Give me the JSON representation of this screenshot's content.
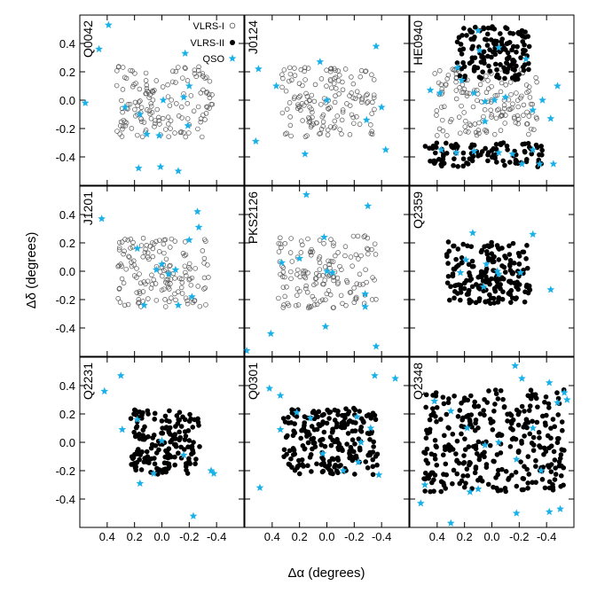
{
  "chart_data": {
    "type": "scatter",
    "layout": "3x3 grid of panels",
    "xlabel": "Δα (degrees)",
    "ylabel": "Δδ (degrees)",
    "x_ticks": [
      0.4,
      0.2,
      0.0,
      -0.2,
      -0.4
    ],
    "y_ticks": [
      0.4,
      0.2,
      0.0,
      -0.2,
      -0.4
    ],
    "x_tick_labels": [
      "0.4",
      "0.2",
      "0.0",
      "-0.2",
      "-0.4"
    ],
    "y_tick_labels": [
      "0.4",
      "0.2",
      "0.0",
      "-0.2",
      "-0.4"
    ],
    "xlim": [
      0.6,
      -0.6
    ],
    "ylim": [
      -0.6,
      0.6
    ],
    "x_axis_reversed": true,
    "grid": false,
    "legend": {
      "placement": "top-right of first panel",
      "entries": [
        {
          "label": "VLRS-I",
          "marker": "open-circle",
          "color": "#555555"
        },
        {
          "label": "VLRS-II",
          "marker": "filled-circle",
          "color": "#000000"
        },
        {
          "label": "QSO",
          "marker": "star",
          "color": "#1ab0e8"
        }
      ]
    },
    "colors": {
      "qso": "#1ab0e8",
      "vlrs1": "#555555",
      "vlrs2": "#000000"
    },
    "panels": [
      {
        "name": "Q0042",
        "row": 0,
        "col": 0,
        "sample": "VLRS-I",
        "galaxy_field": {
          "x": [
            -0.37,
            0.33
          ],
          "y": [
            -0.26,
            0.24
          ]
        },
        "qso": [
          [
            0.39,
            0.53
          ],
          [
            0.46,
            0.36
          ],
          [
            0.56,
            -0.02
          ],
          [
            0.27,
            -0.05
          ],
          [
            0.16,
            -0.1
          ],
          [
            0.11,
            -0.24
          ],
          [
            -0.01,
            0.0
          ],
          [
            -0.2,
            0.1
          ],
          [
            -0.19,
            -0.18
          ],
          [
            -0.17,
            0.33
          ],
          [
            -0.16,
            0.02
          ],
          [
            0.02,
            -0.25
          ],
          [
            0.01,
            -0.47
          ],
          [
            -0.12,
            -0.5
          ],
          [
            0.17,
            -0.48
          ]
        ]
      },
      {
        "name": "J0124",
        "row": 0,
        "col": 1,
        "sample": "VLRS-I",
        "galaxy_field": {
          "x": [
            -0.37,
            0.33
          ],
          "y": [
            -0.26,
            0.24
          ]
        },
        "qso": [
          [
            0.5,
            0.22
          ],
          [
            0.37,
            0.1
          ],
          [
            0.52,
            -0.29
          ],
          [
            0.16,
            -0.38
          ],
          [
            0.05,
            0.27
          ],
          [
            0.0,
            0.0
          ],
          [
            -0.36,
            0.38
          ],
          [
            -0.29,
            -0.14
          ],
          [
            -0.4,
            -0.05
          ],
          [
            -0.43,
            -0.35
          ]
        ]
      },
      {
        "name": "HE0940",
        "row": 0,
        "col": 2,
        "sample": "VLRS-I+VLRS-II",
        "galaxy_field": {
          "x": [
            -0.33,
            0.42
          ],
          "y": [
            -0.25,
            0.22
          ]
        },
        "vlrs2_field": [
          {
            "x": [
              -0.37,
              0.5
            ],
            "y": [
              -0.47,
              -0.3
            ]
          },
          {
            "x": [
              -0.3,
              0.26
            ],
            "y": [
              0.14,
              0.52
            ]
          }
        ],
        "qso": [
          [
            0.38,
            0.05
          ],
          [
            0.45,
            0.07
          ],
          [
            0.25,
            0.23
          ],
          [
            0.22,
            0.14
          ],
          [
            0.09,
            0.35
          ],
          [
            0.1,
            0.49
          ],
          [
            -0.05,
            0.37
          ],
          [
            -0.25,
            0.29
          ],
          [
            0.13,
            0.05
          ],
          [
            0.05,
            -0.01
          ],
          [
            -0.02,
            0.0
          ],
          [
            -0.1,
            0.02
          ],
          [
            0.05,
            -0.15
          ],
          [
            -0.3,
            -0.07
          ],
          [
            -0.43,
            -0.13
          ],
          [
            -0.37,
            0.0
          ],
          [
            -0.48,
            0.1
          ],
          [
            0.37,
            -0.35
          ],
          [
            0.26,
            -0.37
          ],
          [
            0.13,
            -0.36
          ],
          [
            -0.05,
            -0.37
          ],
          [
            -0.15,
            -0.38
          ],
          [
            -0.22,
            -0.45
          ],
          [
            -0.3,
            -0.35
          ],
          [
            -0.35,
            -0.45
          ],
          [
            -0.45,
            -0.45
          ]
        ]
      },
      {
        "name": "J1201",
        "row": 1,
        "col": 0,
        "sample": "VLRS-I",
        "galaxy_field": {
          "x": [
            -0.35,
            0.32
          ],
          "y": [
            -0.25,
            0.24
          ]
        },
        "qso": [
          [
            0.44,
            0.37
          ],
          [
            0.18,
            0.16
          ],
          [
            0.04,
            0.01
          ],
          [
            0.0,
            0.05
          ],
          [
            -0.05,
            -0.02
          ],
          [
            -0.1,
            0.01
          ],
          [
            -0.2,
            0.22
          ],
          [
            -0.26,
            0.42
          ],
          [
            -0.27,
            0.31
          ],
          [
            0.13,
            -0.24
          ],
          [
            -0.12,
            -0.24
          ],
          [
            -0.22,
            -0.18
          ],
          [
            -0.62,
            -0.56
          ]
        ]
      },
      {
        "name": "PKS2126",
        "row": 1,
        "col": 1,
        "sample": "VLRS-I",
        "galaxy_field": {
          "x": [
            -0.36,
            0.36
          ],
          "y": [
            -0.26,
            0.26
          ]
        },
        "qso": [
          [
            0.15,
            0.54
          ],
          [
            0.33,
            0.06
          ],
          [
            0.2,
            0.09
          ],
          [
            0.02,
            0.24
          ],
          [
            0.0,
            0.0
          ],
          [
            -0.04,
            -0.01
          ],
          [
            -0.28,
            -0.16
          ],
          [
            -0.28,
            -0.25
          ],
          [
            -0.3,
            0.46
          ],
          [
            0.41,
            -0.44
          ],
          [
            0.01,
            -0.39
          ],
          [
            -0.36,
            -0.53
          ]
        ]
      },
      {
        "name": "Q2359",
        "row": 1,
        "col": 2,
        "sample": "VLRS-II",
        "vlrs2_field": [
          {
            "x": [
              -0.28,
              0.33
            ],
            "y": [
              -0.23,
              0.21
            ]
          }
        ],
        "qso": [
          [
            0.14,
            0.27
          ],
          [
            0.23,
            -0.01
          ],
          [
            0.19,
            0.08
          ],
          [
            0.04,
            0.05
          ],
          [
            -0.04,
            0.0
          ],
          [
            -0.05,
            -0.02
          ],
          [
            -0.21,
            -0.01
          ],
          [
            -0.3,
            0.26
          ],
          [
            -0.43,
            -0.13
          ],
          [
            0.06,
            -0.11
          ]
        ]
      },
      {
        "name": "Q2231",
        "row": 2,
        "col": 0,
        "sample": "VLRS-II",
        "vlrs2_field": [
          {
            "x": [
              -0.28,
              0.23
            ],
            "y": [
              -0.23,
              0.23
            ]
          }
        ],
        "qso": [
          [
            0.42,
            0.36
          ],
          [
            0.3,
            0.47
          ],
          [
            0.29,
            0.09
          ],
          [
            0.18,
            0.16
          ],
          [
            0.16,
            -0.29
          ],
          [
            0.06,
            -0.22
          ],
          [
            0.0,
            0.01
          ],
          [
            -0.16,
            -0.09
          ],
          [
            -0.36,
            -0.2
          ],
          [
            -0.38,
            -0.22
          ],
          [
            -0.23,
            -0.52
          ]
        ]
      },
      {
        "name": "Q0301",
        "row": 2,
        "col": 1,
        "sample": "VLRS-II",
        "vlrs2_field": [
          {
            "x": [
              -0.37,
              0.32
            ],
            "y": [
              -0.23,
              0.24
            ]
          }
        ],
        "qso": [
          [
            0.42,
            0.38
          ],
          [
            0.34,
            0.33
          ],
          [
            0.22,
            0.21
          ],
          [
            0.12,
            0.17
          ],
          [
            0.34,
            0.09
          ],
          [
            0.03,
            -0.08
          ],
          [
            -0.22,
            0.18
          ],
          [
            -0.32,
            0.1
          ],
          [
            -0.25,
            0.0
          ],
          [
            -0.23,
            -0.14
          ],
          [
            -0.38,
            -0.23
          ],
          [
            -0.12,
            -0.2
          ],
          [
            0.49,
            -0.32
          ],
          [
            -0.35,
            0.47
          ],
          [
            -0.5,
            0.45
          ]
        ]
      },
      {
        "name": "Q2348",
        "row": 2,
        "col": 2,
        "sample": "VLRS-II",
        "vlrs2_field": [
          {
            "x": [
              -0.53,
              0.5
            ],
            "y": [
              -0.35,
              0.38
            ]
          }
        ],
        "qso": [
          [
            0.42,
            0.29
          ],
          [
            0.3,
            0.22
          ],
          [
            0.18,
            0.1
          ],
          [
            -0.17,
            0.54
          ],
          [
            -0.22,
            0.45
          ],
          [
            -0.42,
            0.42
          ],
          [
            -0.53,
            0.35
          ],
          [
            -0.48,
            0.28
          ],
          [
            -0.3,
            0.1
          ],
          [
            0.05,
            -0.02
          ],
          [
            -0.05,
            0.0
          ],
          [
            -0.18,
            -0.12
          ],
          [
            -0.36,
            -0.2
          ],
          [
            0.1,
            -0.33
          ],
          [
            0.16,
            -0.35
          ],
          [
            0.49,
            -0.3
          ],
          [
            0.52,
            -0.43
          ],
          [
            0.3,
            -0.57
          ],
          [
            -0.18,
            -0.5
          ],
          [
            -0.42,
            -0.49
          ],
          [
            -0.5,
            -0.47
          ],
          [
            -0.55,
            0.3
          ]
        ]
      }
    ]
  }
}
